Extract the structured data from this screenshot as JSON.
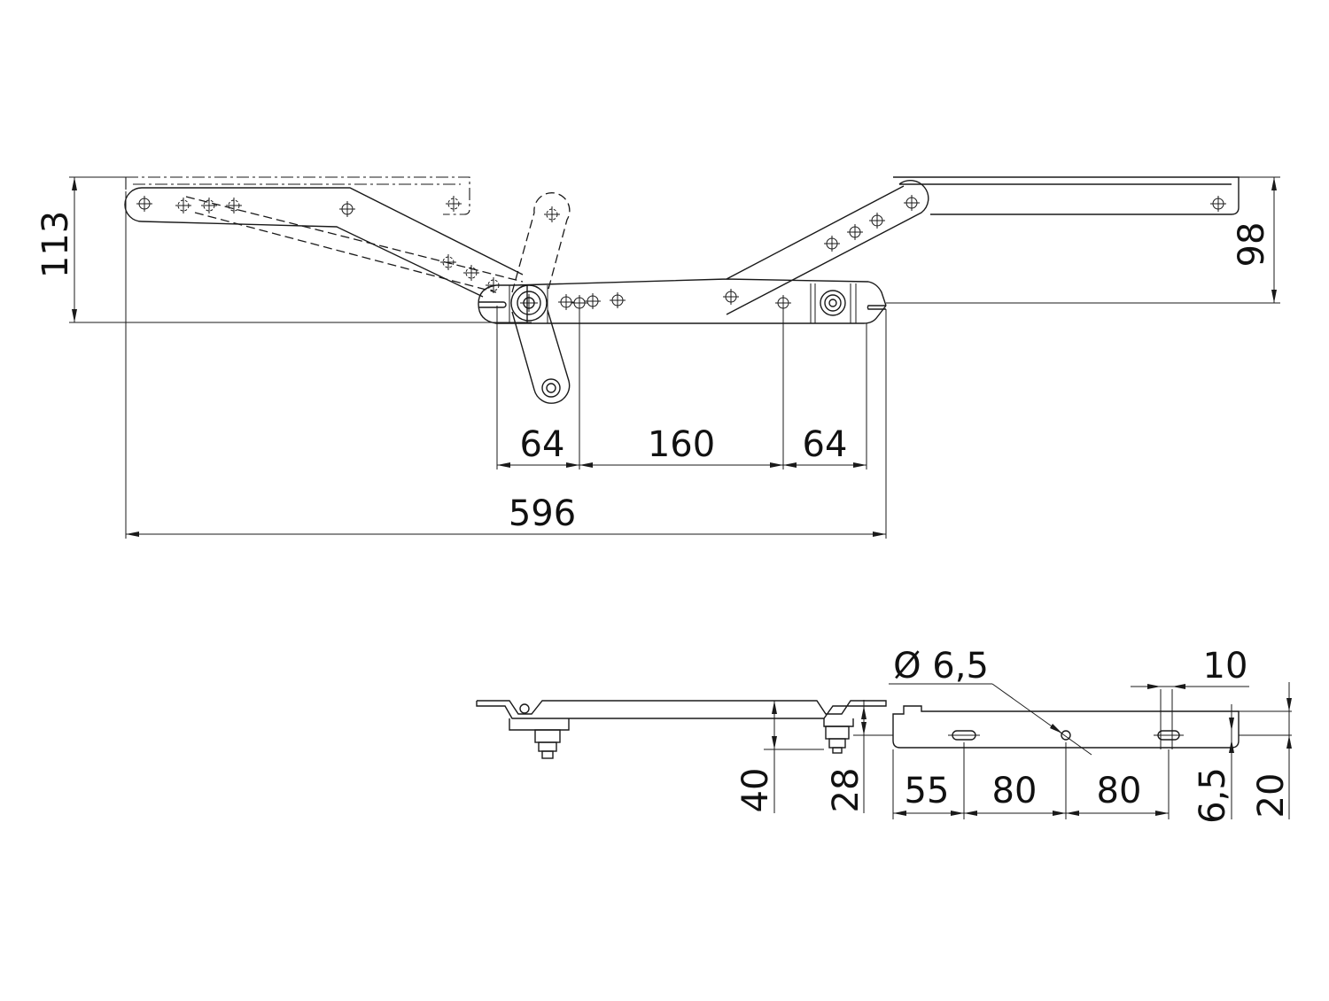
{
  "drawing": {
    "colors": {
      "line": "#1a1a1a",
      "background": "#ffffff"
    },
    "top_view": {
      "dim_height_left": "113",
      "dim_height_right": "98",
      "dim_seg_1": "64",
      "dim_seg_2": "160",
      "dim_seg_3": "64",
      "dim_overall": "596"
    },
    "side_view": {
      "dim_height_40": "40",
      "dim_height_28": "28",
      "dim_hole_diameter": "Ø 6,5",
      "dim_slot_10": "10",
      "dim_55": "55",
      "dim_80a": "80",
      "dim_80b": "80",
      "dim_slot_65": "6,5",
      "dim_height_20": "20"
    }
  }
}
